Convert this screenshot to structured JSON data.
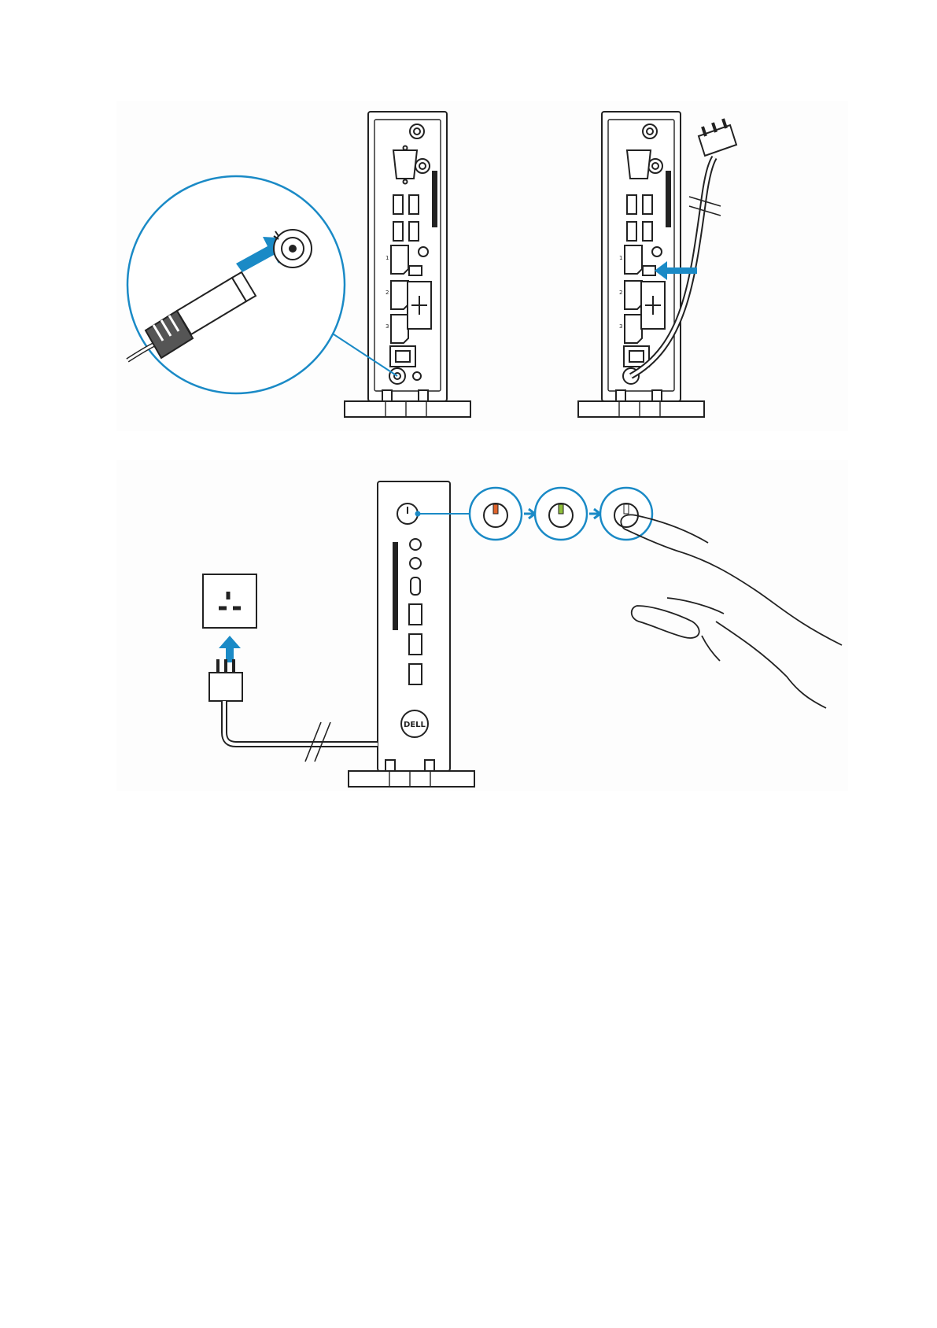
{
  "colors": {
    "accent": "#1a8ac6",
    "line": "#222222",
    "led_amber": "#e0632a",
    "led_green": "#8fbf3a",
    "background": "#ffffff",
    "backdrop": "#fdfdfd"
  },
  "device": {
    "brand": "DELL",
    "port_labels": [
      "1",
      "2",
      "3"
    ]
  },
  "figures": [
    {
      "id": "power-cable-insert",
      "icons": [
        "dc-jack-icon",
        "power-plug-icon",
        "zoom-circle-icon"
      ]
    },
    {
      "id": "cable-routing",
      "icons": [
        "cable-clip-icon",
        "blue-arrow-icon"
      ]
    },
    {
      "id": "power-on",
      "icons": [
        "wall-outlet-icon",
        "power-button-icon",
        "hand-icon"
      ]
    }
  ],
  "power_led_sequence": [
    "amber",
    "green",
    "off"
  ]
}
